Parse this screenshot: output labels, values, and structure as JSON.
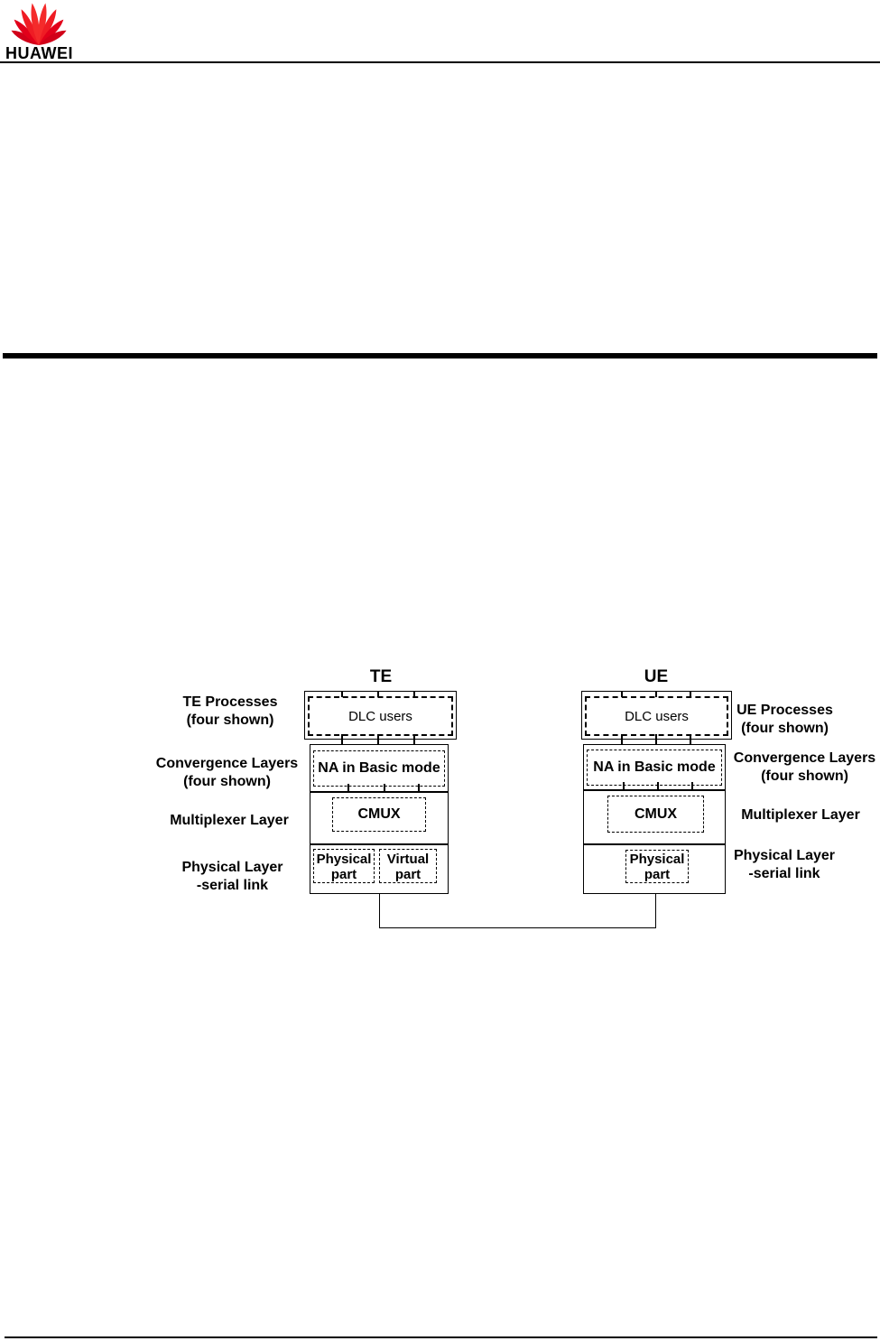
{
  "header": {
    "brand": "HUAWEI"
  },
  "diagram": {
    "te": {
      "title": "TE",
      "dlc_label": "DLC users",
      "na_label": "NA in Basic mode",
      "cmux_label": "CMUX",
      "physical_line1": "Physical",
      "physical_line2": "part",
      "virtual_line1": "Virtual",
      "virtual_line2": "part"
    },
    "ue": {
      "title": "UE",
      "dlc_label": "DLC users",
      "na_label": "NA in Basic mode",
      "cmux_label": "CMUX",
      "physical_line1": "Physical",
      "physical_line2": "part"
    },
    "labels_left": {
      "processes_line1": "TE Processes",
      "processes_line2": "(four shown)",
      "convergence_line1": "Convergence Layers",
      "convergence_line2": "(four shown)",
      "multiplexer": "Multiplexer Layer",
      "physical_line1": "Physical Layer",
      "physical_line2": "-serial link"
    },
    "labels_right": {
      "processes_line1": "UE Processes",
      "processes_line2": "(four shown)",
      "convergence_line1": "Convergence Layers",
      "convergence_line2": "(four shown)",
      "multiplexer": "Multiplexer Layer",
      "physical_line1": "Physical Layer",
      "physical_line2": "-serial link"
    },
    "colors": {
      "line": "#000000",
      "logo_red": "#e2001a"
    }
  }
}
